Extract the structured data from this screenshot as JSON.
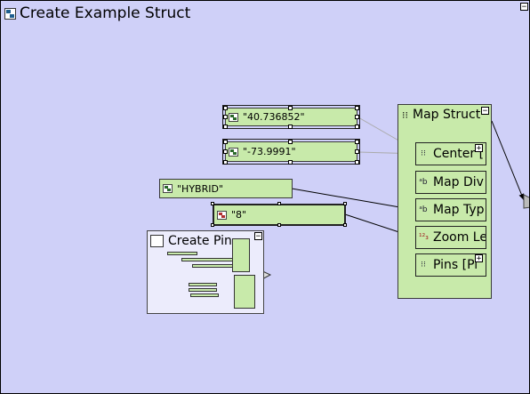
{
  "title": "Create Example Struct",
  "nodes": {
    "lat": "\"40.736852\"",
    "lng": "\"-73.9991\"",
    "maptype": "\"HYBRID\"",
    "zoom": "\"8\""
  },
  "map_struct": {
    "title": "Map Struct",
    "fields": [
      {
        "icon": "⁝⁝",
        "label": "Center ["
      },
      {
        "icon": "ᵃb",
        "label": "Map Div"
      },
      {
        "icon": "ᵃb",
        "label": "Map Typ"
      },
      {
        "icon": "¹²₃",
        "label": "Zoom Le"
      },
      {
        "icon": "⁝⁝",
        "label": "Pins [Pi"
      }
    ]
  },
  "sub_panel": {
    "title": "Create Pin"
  },
  "buttons": {
    "minimize": "−",
    "expand": "+"
  }
}
